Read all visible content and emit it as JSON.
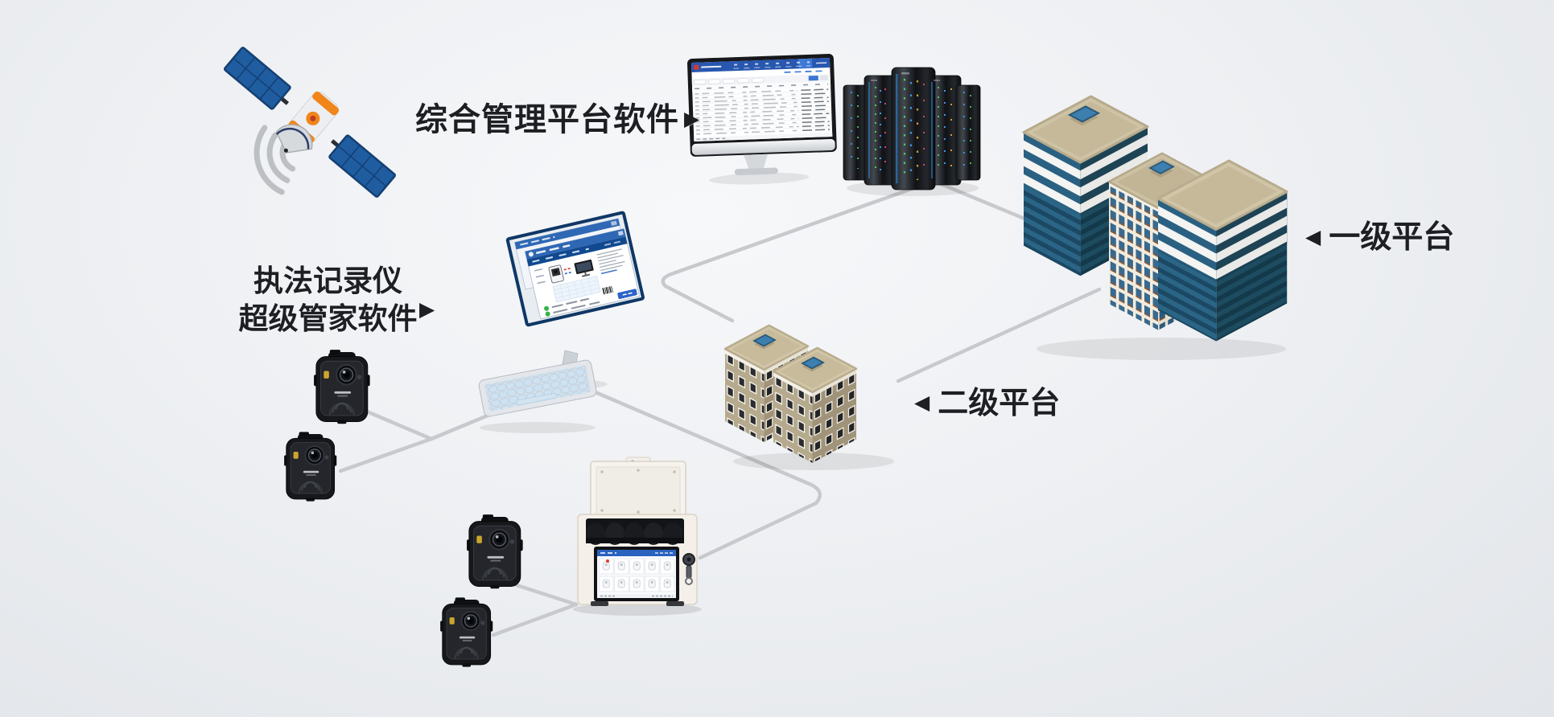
{
  "diagram": {
    "labels": {
      "integrated_platform": {
        "text": "综合管理平台软件",
        "arrow": "▶"
      },
      "recorder": {
        "line1": "执法记录仪",
        "line2": "超级管家软件",
        "arrow": "▶"
      },
      "level1": {
        "text": "一级平台",
        "arrow": "◀"
      },
      "level2": {
        "text": "二级平台",
        "arrow": "◀"
      }
    },
    "components": [
      {
        "id": "satellite"
      },
      {
        "id": "management-monitor"
      },
      {
        "id": "server-racks"
      },
      {
        "id": "level1-building"
      },
      {
        "id": "level2-building"
      },
      {
        "id": "recorder-workstation"
      },
      {
        "id": "recorder-keyboard"
      },
      {
        "id": "docking-station"
      },
      {
        "id": "body-camera-1"
      },
      {
        "id": "body-camera-2"
      },
      {
        "id": "body-camera-3"
      },
      {
        "id": "body-camera-4"
      }
    ],
    "connections": [
      [
        "server-racks",
        "level2-building"
      ],
      [
        "server-racks",
        "level1-building"
      ],
      [
        "level1-building",
        "level2-building"
      ],
      [
        "recorder-workstation",
        "docking-station"
      ],
      [
        "body-camera-1",
        "recorder-workstation"
      ],
      [
        "body-camera-2",
        "recorder-workstation"
      ],
      [
        "body-camera-3",
        "docking-station"
      ],
      [
        "body-camera-4",
        "docking-station"
      ]
    ],
    "colors": {
      "background_top": "#f7f8fa",
      "background_bottom": "#e2e5e9",
      "connector_gray": "#c7c9cc",
      "label_text": "#1d1f22",
      "tower_blue": "#2a6182",
      "tower_blue_dark": "#1d4355",
      "roof_tan": "#cfc3a6",
      "building_khaki": "#b3a78b",
      "software_header_blue": "#2857b0",
      "window_titlebar_blue": "#2e67b4",
      "satellite_panel_blue": "#1f5da0",
      "satellite_orange": "#f08519"
    }
  }
}
